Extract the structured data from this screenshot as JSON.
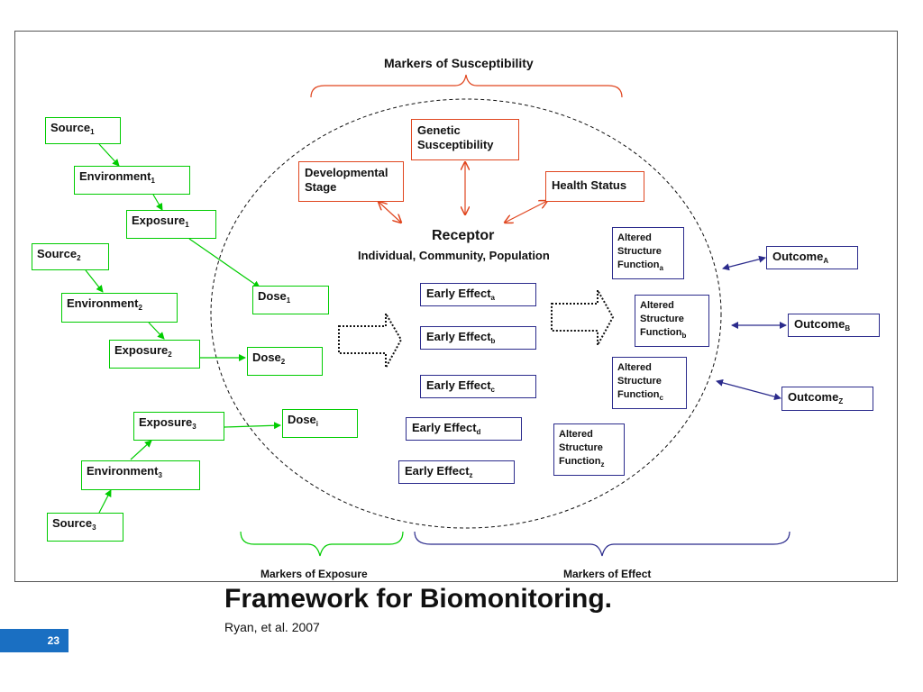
{
  "title": "Framework for Biomonitoring.",
  "citation": "Ryan, et al. 2007",
  "page_number": "23",
  "colors": {
    "exposure": "#00cc00",
    "susceptibility": "#e0461f",
    "effect": "#2b2b8c",
    "page_badge": "#1a6fc2"
  },
  "susceptibility": {
    "label": "Markers of Susceptibility",
    "items": [
      {
        "line1": "Genetic",
        "line2": "Susceptibility"
      },
      {
        "line1": "Developmental",
        "line2": "Stage"
      },
      {
        "line1": "Health Status"
      }
    ]
  },
  "receptor": {
    "title": "Receptor",
    "subtitle": "Individual, Community,  Population"
  },
  "exposure_chains": [
    {
      "source": {
        "text": "Source",
        "sub": "1"
      },
      "environment": {
        "text": "Environment",
        "sub": "1"
      },
      "exposure": {
        "text": "Exposure",
        "sub": "1"
      }
    },
    {
      "source": {
        "text": "Source",
        "sub": "2"
      },
      "environment": {
        "text": "Environment",
        "sub": "2"
      },
      "exposure": {
        "text": "Exposure",
        "sub": "2"
      }
    },
    {
      "source": {
        "text": "Source",
        "sub": "3"
      },
      "environment": {
        "text": "Environment",
        "sub": "3"
      },
      "exposure": {
        "text": "Exposure",
        "sub": "3"
      }
    }
  ],
  "doses": [
    {
      "text": "Dose",
      "sub": "1"
    },
    {
      "text": "Dose",
      "sub": "2"
    },
    {
      "text": "Dose",
      "sub": "i"
    }
  ],
  "early_effects": [
    {
      "text": "Early Effect",
      "sub": "a"
    },
    {
      "text": "Early Effect",
      "sub": "b"
    },
    {
      "text": "Early Effect",
      "sub": "c"
    },
    {
      "text": "Early Effect",
      "sub": "d"
    },
    {
      "text": "Early Effect",
      "sub": "z"
    }
  ],
  "altered_structures": [
    {
      "line1": "Altered",
      "line2": "Structure",
      "line3": "Function",
      "sub": "a"
    },
    {
      "line1": "Altered",
      "line2": "Structure",
      "line3": "Function",
      "sub": "b"
    },
    {
      "line1": "Altered",
      "line2": "Structure",
      "line3": "Function",
      "sub": "c"
    },
    {
      "line1": "Altered",
      "line2": "Structure",
      "line3": "Function",
      "sub": "z"
    }
  ],
  "outcomes": [
    {
      "text": "Outcome",
      "sub": "A"
    },
    {
      "text": "Outcome",
      "sub": "B"
    },
    {
      "text": "Outcome",
      "sub": "Z"
    }
  ],
  "markers_exposure": "Markers of Exposure",
  "markers_effect": "Markers of Effect"
}
